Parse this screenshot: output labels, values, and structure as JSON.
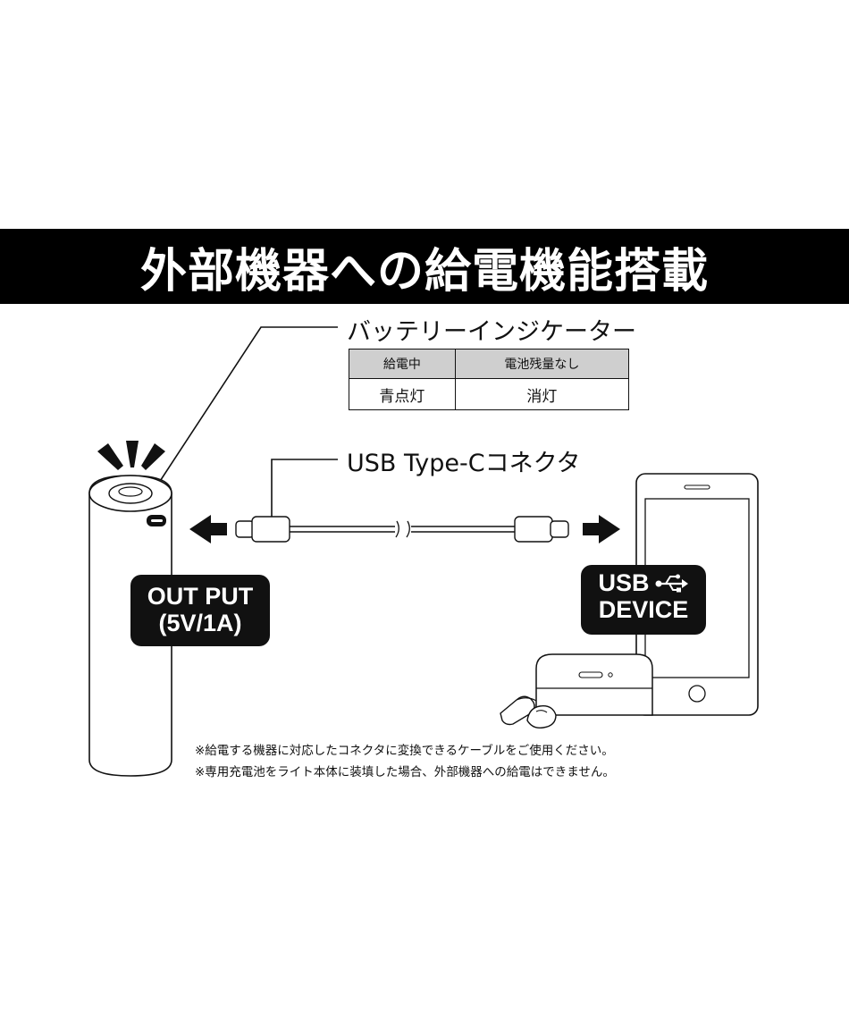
{
  "title": "外部機器への給電機能搭載",
  "battery_indicator": {
    "label": "バッテリーインジケーター",
    "headers": [
      "給電中",
      "電池残量なし"
    ],
    "values": [
      "青点灯",
      "消灯"
    ]
  },
  "connector": {
    "label": "USB Type-Cコネクタ"
  },
  "output_badge": {
    "line1": "OUT PUT",
    "line2": "(5V/1A)"
  },
  "device_badge": {
    "line1": "USB",
    "line2": "DEVICE"
  },
  "notes": [
    "※給電する機器に対応したコネクタに変換できるケーブルをご使用ください。",
    "※専用充電池をライト本体に装填した場合、外部機器への給電はできません。"
  ],
  "icons": [
    "usb-icon",
    "arrow-left-icon",
    "arrow-right-icon",
    "light-rays-icon"
  ]
}
